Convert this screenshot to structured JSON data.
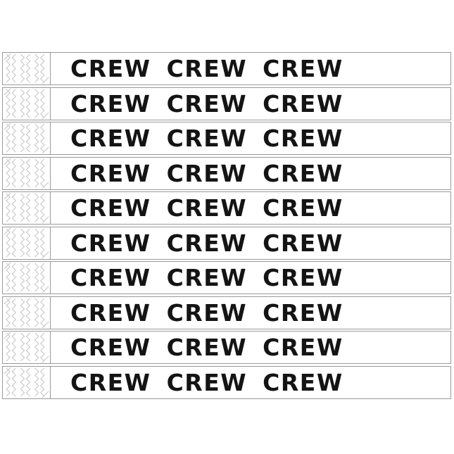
{
  "sheet": {
    "band_count": 10,
    "band_label": "CREW",
    "label_repeats_per_band": 3
  },
  "colors": {
    "background": "#ffffff",
    "band_border": "#999999",
    "text": "#141414",
    "zigzag_pattern": "#c4c4c4"
  },
  "bands": [
    {
      "labels": [
        "CREW",
        "CREW",
        "CREW"
      ]
    },
    {
      "labels": [
        "CREW",
        "CREW",
        "CREW"
      ]
    },
    {
      "labels": [
        "CREW",
        "CREW",
        "CREW"
      ]
    },
    {
      "labels": [
        "CREW",
        "CREW",
        "CREW"
      ]
    },
    {
      "labels": [
        "CREW",
        "CREW",
        "CREW"
      ]
    },
    {
      "labels": [
        "CREW",
        "CREW",
        "CREW"
      ]
    },
    {
      "labels": [
        "CREW",
        "CREW",
        "CREW"
      ]
    },
    {
      "labels": [
        "CREW",
        "CREW",
        "CREW"
      ]
    },
    {
      "labels": [
        "CREW",
        "CREW",
        "CREW"
      ]
    },
    {
      "labels": [
        "CREW",
        "CREW",
        "CREW"
      ]
    }
  ]
}
